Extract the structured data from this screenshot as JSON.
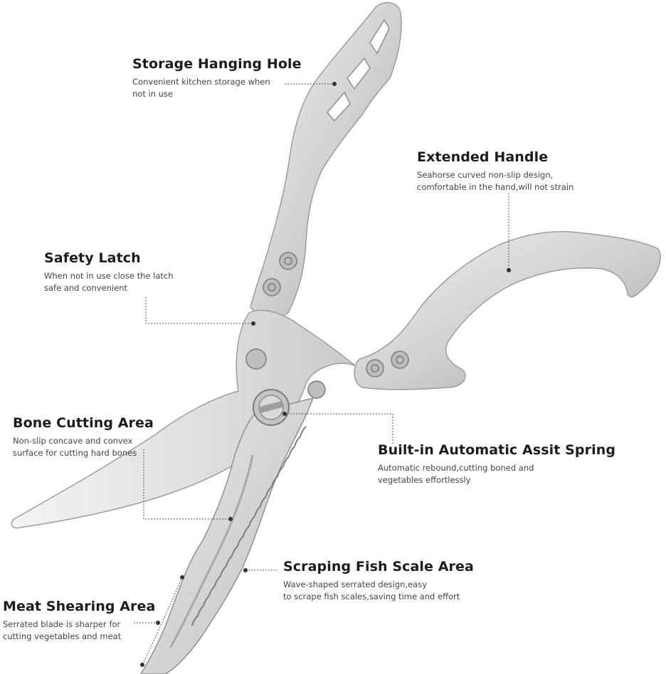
{
  "callouts": {
    "storage": {
      "title": "Storage Hanging Hole",
      "lines": [
        "Convenient kitchen storage when",
        "not in use"
      ]
    },
    "handle": {
      "title": "Extended Handle",
      "lines": [
        "Seahorse curved non-slip design,",
        "comfortable in the hand,will not strain"
      ]
    },
    "latch": {
      "title": "Safety Latch",
      "lines": [
        "When not in use close the latch",
        "safe and convenient"
      ]
    },
    "bone": {
      "title": "Bone Cutting Area",
      "lines": [
        "Non-slip concave and convex",
        "surface for cutting hard bones"
      ]
    },
    "spring": {
      "title": "Built-in Automatic Assit Spring",
      "lines": [
        "Automatic rebound,cutting boned and",
        "vegetables effortlessly"
      ]
    },
    "scale": {
      "title": "Scraping Fish Scale Area",
      "lines": [
        "Wave-shaped serrated design,easy",
        "to scrape fish scales,saving time and effort"
      ]
    },
    "meat": {
      "title": "Meat Shearing Area",
      "lines": [
        "Serrated blade is sharper for",
        "cutting vegetables and meat"
      ]
    }
  },
  "colors": {
    "metal": "#d6d6d4",
    "metal_dark": "#9a9a98",
    "blade": "#e2e3e3",
    "leader": "#555555"
  }
}
